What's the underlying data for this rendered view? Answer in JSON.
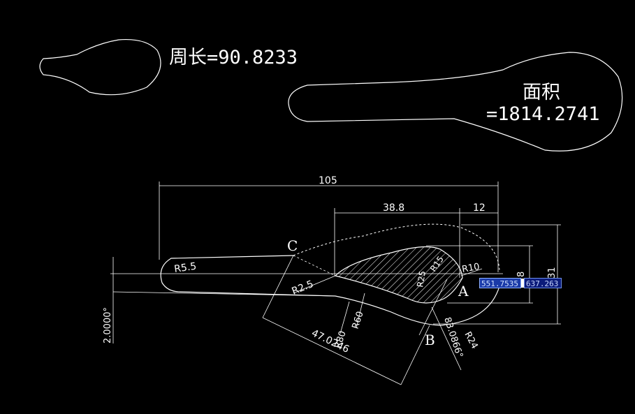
{
  "annotations": {
    "perimeter": "周长=90.8233",
    "area_label": "面积",
    "area_value": "=1814.2741"
  },
  "dimensions": {
    "d105": "105",
    "d38_8": "38.8",
    "d12": "12",
    "d8": "8",
    "d31": "31",
    "r5_5": "R5.5",
    "r2_5": "R2.5",
    "r80": "R80",
    "r60": "R60",
    "r24": "R24",
    "r10": "R10",
    "r25": "R25",
    "r15": "R15",
    "d47": "47.0246",
    "angle_left": "2.0000°",
    "angle_b": "83.0866°"
  },
  "points": {
    "a": "A",
    "b": "B",
    "c": "C"
  },
  "coordinate_input": {
    "x": "551.7535",
    "y": "637.263"
  },
  "colors": {
    "background": "#000000",
    "lines": "#ffffff"
  }
}
